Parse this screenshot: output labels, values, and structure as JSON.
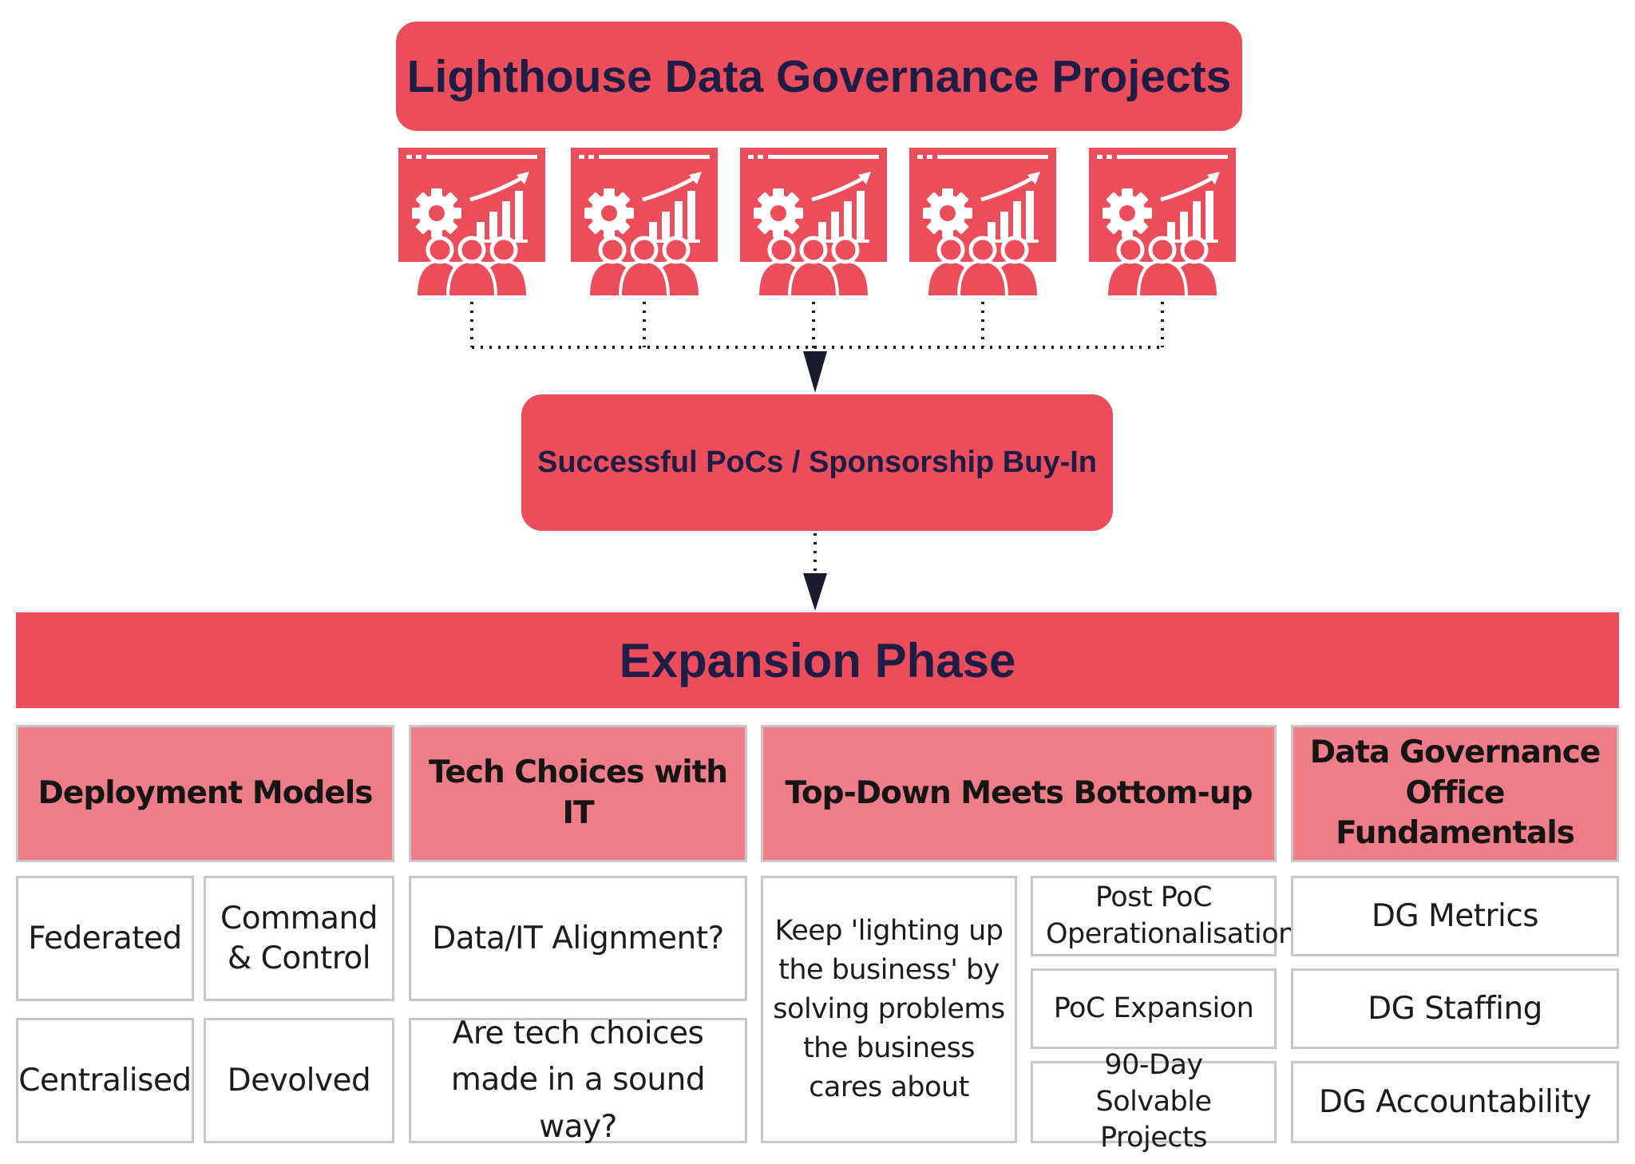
{
  "title": "Lighthouse Data Governance Projects",
  "project_icons": [
    "dashboard-team-icon",
    "dashboard-team-icon",
    "dashboard-team-icon",
    "dashboard-team-icon",
    "dashboard-team-icon"
  ],
  "milestone": "Successful PoCs / Sponsorship Buy-In",
  "phase": "Expansion Phase",
  "columns": [
    {
      "heading": "Deployment Models",
      "items": [
        "Federated",
        "Command & Control",
        "Centralised",
        "Devolved"
      ]
    },
    {
      "heading": "Tech Choices with IT",
      "items": [
        "Data/IT Alignment?",
        "Are tech choices made in a sound way?"
      ]
    },
    {
      "heading": "Top-Down Meets Bottom-up",
      "items": [
        "Keep 'lighting up the business' by solving problems the business cares about",
        "Post PoC Operationalisation",
        "PoC Expansion",
        "90-Day Solvable Projects"
      ]
    },
    {
      "heading": "Data Governance Office Fundamentals",
      "items": [
        "DG Metrics",
        "DG Staffing",
        "DG Accountability"
      ]
    }
  ],
  "colors": {
    "accent": "#ec4d5b",
    "header_fill": "#ef7d88",
    "title_text": "#1f1d45",
    "border": "#c8c8c8"
  }
}
